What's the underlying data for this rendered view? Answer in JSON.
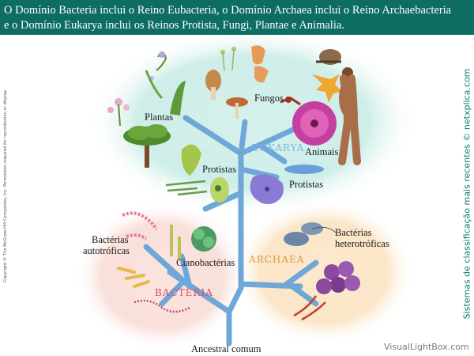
{
  "header": {
    "line1": "O Domínio Bacteria inclui o Reino Eubacteria, o Domínio Archaea inclui o Reino Archaebacteria",
    "line2": "e o Domínio Eukarya inclui os Reinos Protista, Fungi, Plantae e Animalia."
  },
  "domains": {
    "eukarya": "EUKARYA",
    "archaea": "ARCHAEA",
    "bacteria": "BACTERIA"
  },
  "labels": {
    "plantas": "Plantas",
    "fungos": "Fungos",
    "animais": "Animais",
    "protistas_left": "Protistas",
    "protistas_right": "Protistas",
    "bacterias_autotroficas_1": "Bactérias",
    "bacterias_autotroficas_2": "autotróficas",
    "cianobacterias": "Cianobactérias",
    "bacterias_heterotroficas_1": "Bactérias",
    "bacterias_heterotroficas_2": "heterotróficas",
    "ancestral_comum": "Ancestral comum"
  },
  "side_text": {
    "right": "Sistemas de classificação mais recentes © netxplica.com",
    "left": "Copyright © The McGraw-Hill Companies, Inc. Permission required for reproduction or display."
  },
  "watermark": "VisualLightBox.com",
  "colors": {
    "header_bg": "#0e6d61",
    "tree_branch": "#6fa8d8",
    "eukarya_halo": "#c9ece6",
    "archaea_halo": "#fbe3c2",
    "bacteria_halo": "#f8dcd6",
    "eukarya_text": "#7ab6e6",
    "archaea_text": "#d89a3c",
    "bacteria_text": "#d0506a"
  }
}
